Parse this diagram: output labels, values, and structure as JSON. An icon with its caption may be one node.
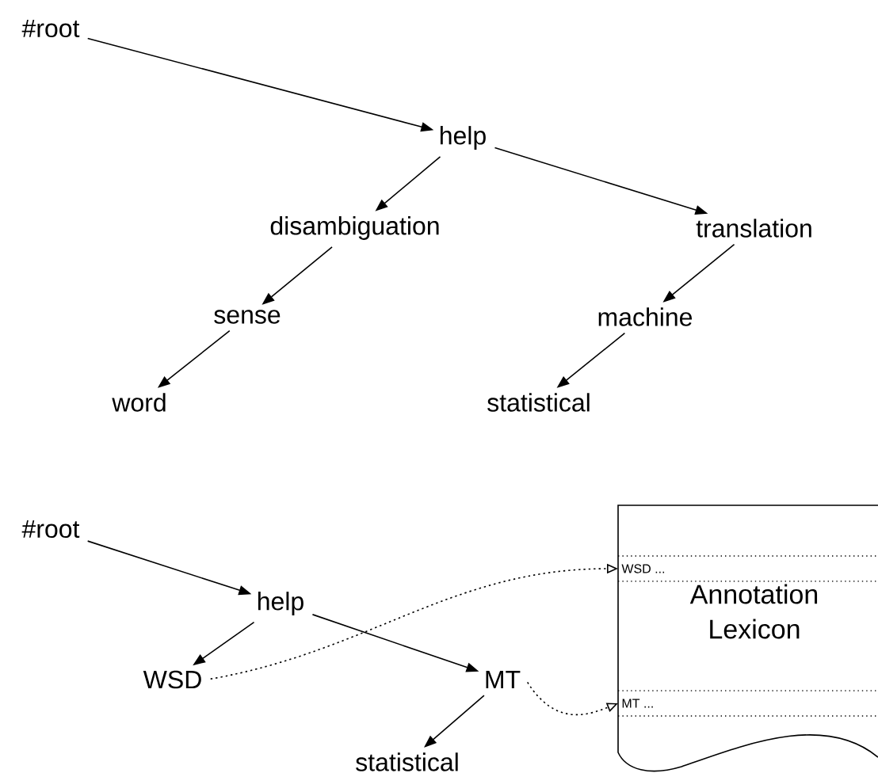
{
  "diagram": {
    "nodes": [
      {
        "text": [
          "#root"
        ]
      },
      {
        "text": [
          "help"
        ]
      },
      {
        "text": [
          "disambiguation"
        ]
      },
      {
        "text": [
          "translation"
        ]
      },
      {
        "text": [
          "sense"
        ]
      },
      {
        "text": [
          "machine"
        ]
      },
      {
        "text": [
          "word"
        ]
      },
      {
        "text": [
          "statistical"
        ]
      },
      {
        "text": [
          "#root"
        ]
      },
      {
        "text": [
          "help"
        ]
      },
      {
        "text": [
          "WSD"
        ]
      },
      {
        "text": [
          "MT"
        ]
      },
      {
        "text": [
          "statistical"
        ]
      },
      {
        "text": [
          "Annotation Lexicon"
        ]
      },
      {
        "text": [
          "WSD ..."
        ],
        "in": 13
      },
      {
        "text": [
          "MT ..."
        ],
        "in": 13
      }
    ],
    "edges": [
      {
        "from": 0,
        "to": 1,
        "arrow": "to"
      },
      {
        "from": 1,
        "to": 2,
        "arrow": "to"
      },
      {
        "from": 1,
        "to": 3,
        "arrow": "to"
      },
      {
        "from": 2,
        "to": 4,
        "arrow": "to"
      },
      {
        "from": 3,
        "to": 5,
        "arrow": "to"
      },
      {
        "from": 4,
        "to": 6,
        "arrow": "to"
      },
      {
        "from": 5,
        "to": 7,
        "arrow": "to"
      },
      {
        "from": 8,
        "to": 9,
        "arrow": "to"
      },
      {
        "from": 9,
        "to": 10,
        "arrow": "to"
      },
      {
        "from": 9,
        "to": 11,
        "arrow": "to"
      },
      {
        "from": 11,
        "to": 12,
        "arrow": "to"
      },
      {
        "from": 10,
        "to": 14,
        "arrow": "to",
        "style": "dashed"
      },
      {
        "from": 11,
        "to": 15,
        "arrow": "to",
        "style": "dashed"
      }
    ]
  }
}
